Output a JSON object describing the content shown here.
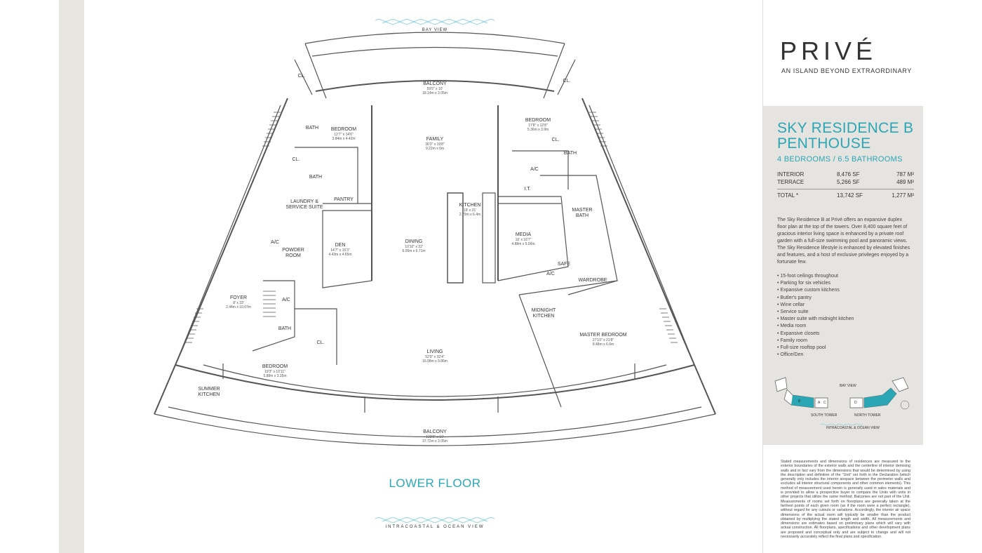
{
  "plan": {
    "view_top": "BAY VIEW",
    "view_bottom": "INTRACOASTAL & OCEAN VIEW",
    "floor_title": "LOWER FLOOR",
    "rooms": {
      "balcony_top": {
        "name": "BALCONY",
        "dims": "59'5\" x 10'",
        "metric": "18.14m x 3.05m"
      },
      "family": {
        "name": "FAMILY",
        "dims": "30'3\" x 19'8\"",
        "metric": "9.22m x 6m"
      },
      "bedroom_nw": {
        "name": "BEDROOM",
        "dims": "12'7\" x 14'6\"",
        "metric": "3.84m x 4.42m"
      },
      "bedroom_ne": {
        "name": "BEDROOM",
        "dims": "17'8\" x 12'8\"",
        "metric": "5.36m x 3.9m"
      },
      "bath_nw1": {
        "name": "BATH"
      },
      "bath_nw2": {
        "name": "BATH"
      },
      "bath_ne": {
        "name": "BATH"
      },
      "cl_top_left": {
        "name": "CL."
      },
      "cl_top_right": {
        "name": "CL."
      },
      "cl_nw": {
        "name": "CL."
      },
      "cl_ne": {
        "name": "CL."
      },
      "laundry": {
        "name": "LAUNDRY &",
        "name2": "SERVICE SUITE"
      },
      "pantry": {
        "name": "PANTRY"
      },
      "kitchen": {
        "name": "KITCHEN",
        "dims": "19' x 21'",
        "metric": "2.79m x 6.4m"
      },
      "ac_ne": {
        "name": "A/C"
      },
      "it": {
        "name": "I.T."
      },
      "master_bath": {
        "name": "MASTER",
        "name2": "BATH"
      },
      "den": {
        "name": "DEN",
        "dims": "14'7\" x 15'3\"",
        "metric": "4.43m x 4.65m"
      },
      "dining": {
        "name": "DINING",
        "dims": "19'10\" x 22'",
        "metric": "6.05m x 6.71m"
      },
      "media": {
        "name": "MEDIA",
        "dims": "16' x 16'7\"",
        "metric": "4.88m x 5.06m"
      },
      "ac_w": {
        "name": "A/C"
      },
      "powder": {
        "name": "POWDER",
        "name2": "ROOM"
      },
      "safe": {
        "name": "SAFE"
      },
      "ac_e": {
        "name": "A/C"
      },
      "wardrobe": {
        "name": "WARDROBE"
      },
      "foyer": {
        "name": "FOYER",
        "dims": "8' x 33'",
        "metric": "2.44m x 10.07m"
      },
      "ac_sw": {
        "name": "A/C"
      },
      "bath_sw": {
        "name": "BATH"
      },
      "cl_sw": {
        "name": "CL."
      },
      "midnight_kitchen": {
        "name": "MIDNIGHT",
        "name2": "KITCHEN"
      },
      "master_bedroom": {
        "name": "MASTER BEDROOM",
        "dims": "27'10\" x 21'8\"",
        "metric": "8.48m x 6.6m"
      },
      "living": {
        "name": "LIVING",
        "dims": "52'9\" x 32'4\"",
        "metric": "16.08m x 9.86m"
      },
      "bedroom_sw": {
        "name": "BEDROOM",
        "dims": "19'3\" x 10'11\"",
        "metric": "5.88m x 3.35m"
      },
      "summer_kitchen": {
        "name": "SUMMER",
        "name2": "KITCHEN"
      },
      "balcony_bottom": {
        "name": "BALCONY",
        "dims": "123'9\" x 10'",
        "metric": "37.72m x 3.05m"
      }
    }
  },
  "sidebar": {
    "logo": "PRIVÉ",
    "tagline": "AN ISLAND BEYOND EXTRAORDINARY",
    "title_line1": "SKY RESIDENCE B",
    "title_line2": "PENTHOUSE",
    "subtitle": "4 BEDROOMS / 6.5 BATHROOMS",
    "areas": [
      {
        "label": "INTERIOR",
        "sf": "8,476 SF",
        "m2": "787 M²"
      },
      {
        "label": "TERRACE",
        "sf": "5,266 SF",
        "m2": "489 M²"
      }
    ],
    "total": {
      "label": "TOTAL *",
      "sf": "13,742 SF",
      "m2": "1,277 M²"
    },
    "description": "The Sky Residence B at Privé offers an expansive duplex floor plan at the top of the towers. Over 8,400 square feet of gracious interior living space is enhanced by a private roof garden with a full-size swimming pool and panoramic views. The Sky Residence lifestyle is enhanced by elevated finishes and features, and a host of exclusive privileges enjoyed by a fortunate few.",
    "features": [
      "15-foot ceilings throughout",
      "Parking for six vehicles",
      "Expansive custom kitchens",
      "Butler's pantry",
      "Wine cellar",
      "Service suite",
      "Master suite with midnight kitchen",
      "Media room",
      "Expansive closets",
      "Family room",
      "Full-size rooftop pool",
      "Office/Den"
    ],
    "keyplan": {
      "bay_view": "BAY VIEW",
      "south_tower": "SOUTH TOWER",
      "north_tower": "NORTH TOWER",
      "bottom_view": "INTRACOASTAL & OCEAN VIEW",
      "unit_letters": [
        "A",
        "B",
        "C",
        "D"
      ],
      "highlight_color": "#2aa6b5"
    },
    "disclaimer": "Stated measurements and dimensions of residences are measured to the exterior boundaries of the exterior walls and the centerline of interior demising walls and in fact vary from the dimensions that would be determined by using the description and definition of the \"Unit\" set forth in the Declaration (which generally only includes the interior airspace between the perimeter walls and excludes all interior structural components and other common elements). This method of measurement used herein is generally used in sales materials and is provided to allow a prospective buyer to compare the Units with units in other projects that utilize the same method. Balconies are not part of the Unit. Measurements of rooms set forth on floorplans are generally taken at the farthest points of each given room (as if the room were a perfect rectangle), without regard for any cutouts or variations. Accordingly, the interior air space dimensions of the actual room will typically be smaller than the product obtained by multiplying the stated length and width. All measurements and dimensions are estimates based on preliminary plans which will vary with actual construction. All floorplans, specifications and other development plans are proposed and conceptual only and are subject to change and will not necessarily accurately reflect the final plans and specification."
  },
  "colors": {
    "accent": "#2aa6b5",
    "panel": "#e6e4e0",
    "strip": "#e8e6e1",
    "wall": "#555555"
  }
}
